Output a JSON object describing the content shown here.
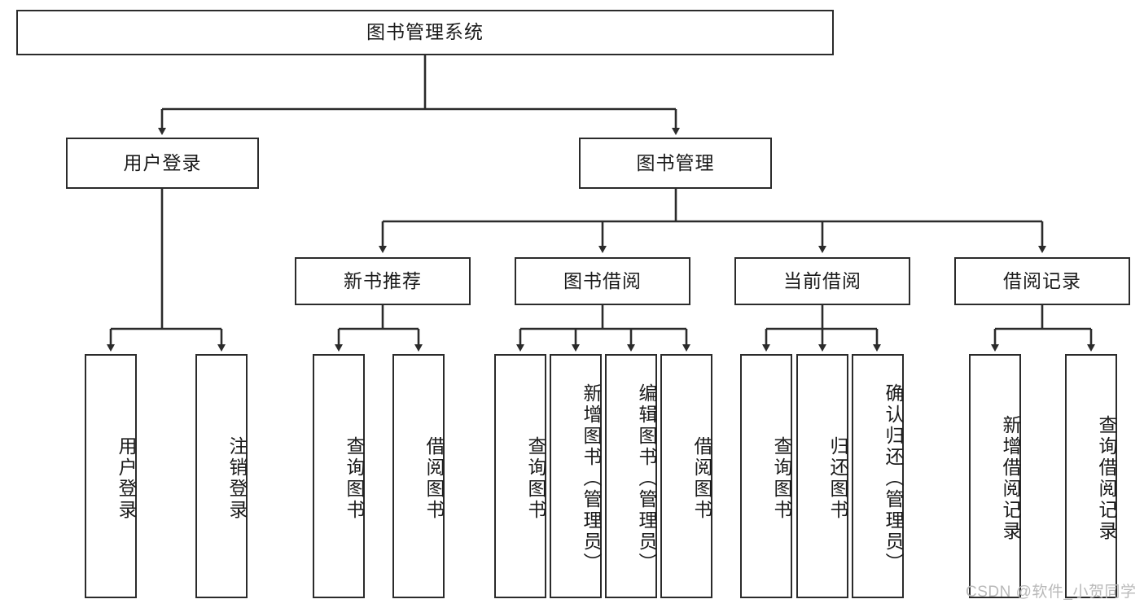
{
  "diagram": {
    "title": "图书管理系统",
    "watermark": "CSDN @软件_小贺同学",
    "root": {
      "label": "图书管理系统"
    },
    "level2": [
      {
        "label": "用户登录"
      },
      {
        "label": "图书管理"
      }
    ],
    "level3": [
      {
        "label": "新书推荐"
      },
      {
        "label": "图书借阅"
      },
      {
        "label": "当前借阅"
      },
      {
        "label": "借阅记录"
      }
    ],
    "leaves": {
      "user_login": [
        {
          "label": "用户登录"
        },
        {
          "label": "注销登录"
        }
      ],
      "new_book_recommend": [
        {
          "label": "查询图书"
        },
        {
          "label": "借阅图书"
        }
      ],
      "book_borrow": [
        {
          "label": "查询图书"
        },
        {
          "label": "新增图书（管理员）"
        },
        {
          "label": "编辑图书（管理员）"
        },
        {
          "label": "借阅图书"
        }
      ],
      "current_borrow": [
        {
          "label": "查询图书"
        },
        {
          "label": "归还图书"
        },
        {
          "label": "确认归还（管理员）"
        }
      ],
      "borrow_record": [
        {
          "label": "新增借阅记录"
        },
        {
          "label": "查询借阅记录"
        }
      ]
    },
    "colors": {
      "stroke": "#2b2b2b",
      "text": "#1a1a1a",
      "background": "#ffffff",
      "watermark": "#b9b9b9"
    }
  }
}
